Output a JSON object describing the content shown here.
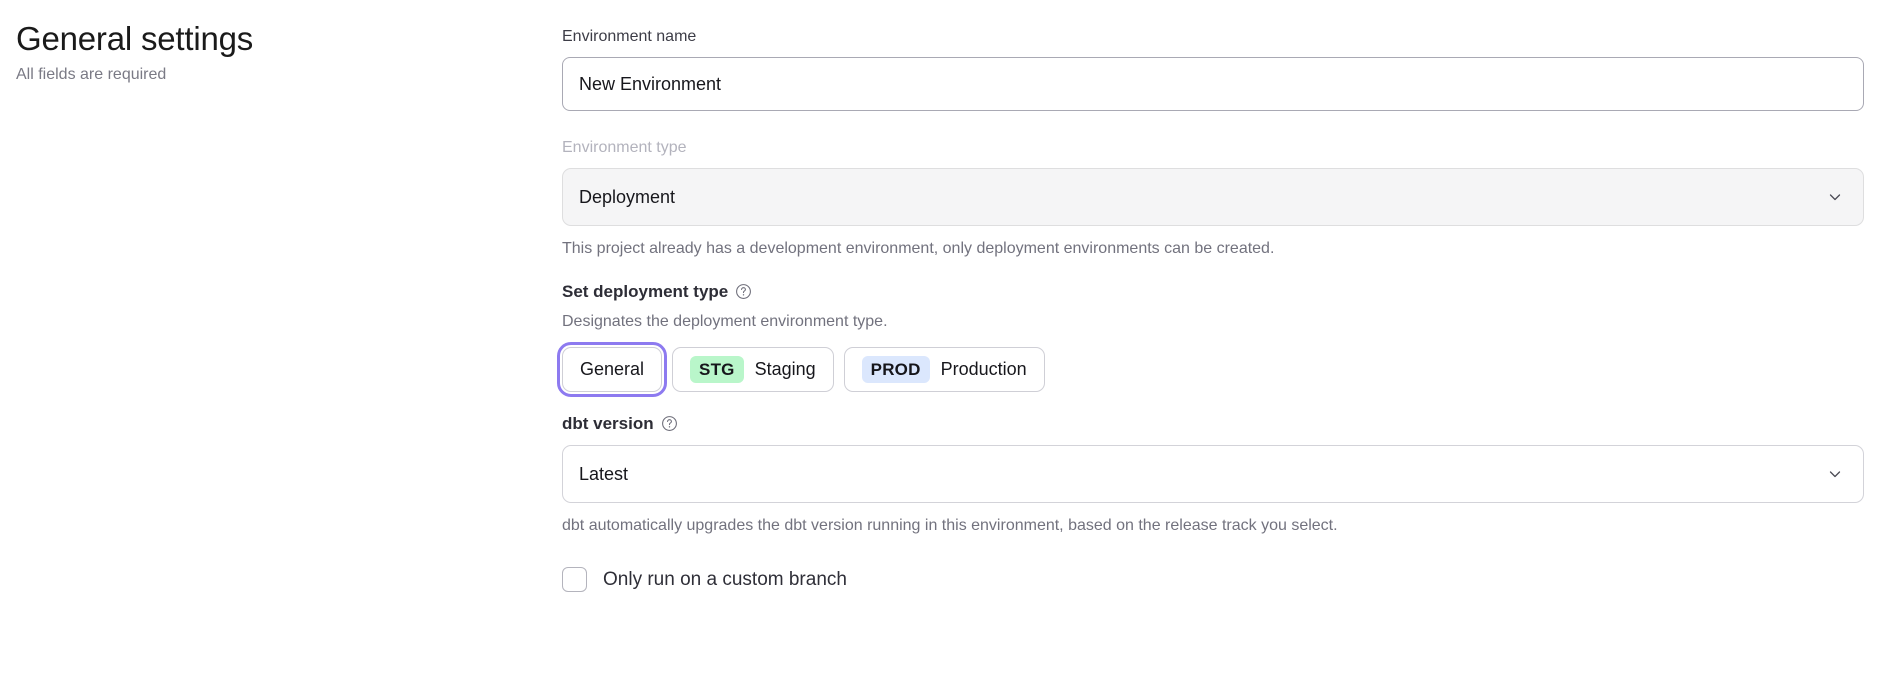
{
  "header": {
    "title": "General settings",
    "subtitle": "All fields are required"
  },
  "form": {
    "environment_name": {
      "label": "Environment name",
      "value": "New Environment",
      "placeholder": "New Environment"
    },
    "environment_type": {
      "label": "Environment type",
      "value": "Deployment",
      "disabled": true,
      "chevron_icon": "chevron-down-icon",
      "helper": "This project already has a development environment, only deployment environments can be created."
    },
    "deployment_type": {
      "heading": "Set deployment type",
      "help_icon": "question-circle-icon",
      "description": "Designates the deployment environment type.",
      "options": [
        {
          "label": "General",
          "badge": "",
          "badge_color": "",
          "selected": true
        },
        {
          "label": "Staging",
          "badge": "STG",
          "badge_color": "#b9f6ca",
          "selected": false
        },
        {
          "label": "Production",
          "badge": "PROD",
          "badge_color": "#dbe7fd",
          "selected": false
        }
      ]
    },
    "dbt_version": {
      "label": "dbt version",
      "help_icon": "question-circle-icon",
      "value": "Latest",
      "chevron_icon": "chevron-down-icon",
      "helper": "dbt automatically upgrades the dbt version running in this environment, based on the release track you select."
    },
    "custom_branch": {
      "label": "Only run on a custom branch",
      "checked": false
    }
  },
  "colors": {
    "focus_ring": "#8d7af0",
    "staging_badge": "#b9f6ca",
    "production_badge": "#dbe7fd",
    "disabled_bg": "#f5f5f6"
  }
}
